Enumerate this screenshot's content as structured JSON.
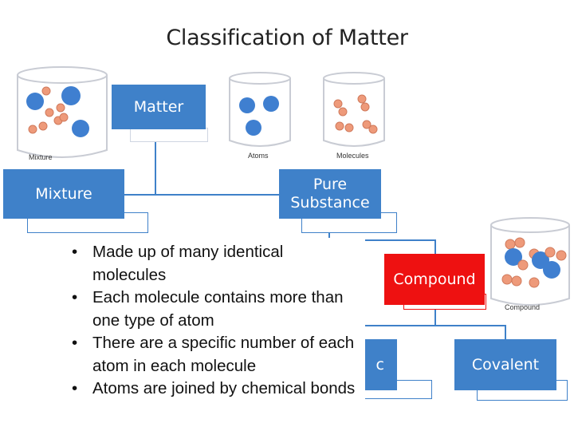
{
  "title": "Classification of Matter",
  "nodes": {
    "matter": "Matter",
    "mixture": "Mixture",
    "pure_substance": "Pure Substance",
    "compound": "Compound",
    "ionic_partial": "c",
    "covalent": "Covalent"
  },
  "beakers": {
    "mixture": "Mixture",
    "atoms": "Atoms",
    "molecules": "Molecules",
    "compound": "Compound"
  },
  "bullets": [
    "Made up of many identical molecules",
    "Each molecule contains more than one type of atom",
    "There are a specific number of each atom in each molecule",
    "Atoms are joined by chemical bonds"
  ],
  "colors": {
    "node_blue": "#3f81c9",
    "node_red": "#ee1111",
    "atom_blue": "#3f7fd0",
    "atom_orange": "#ee9a7a"
  }
}
